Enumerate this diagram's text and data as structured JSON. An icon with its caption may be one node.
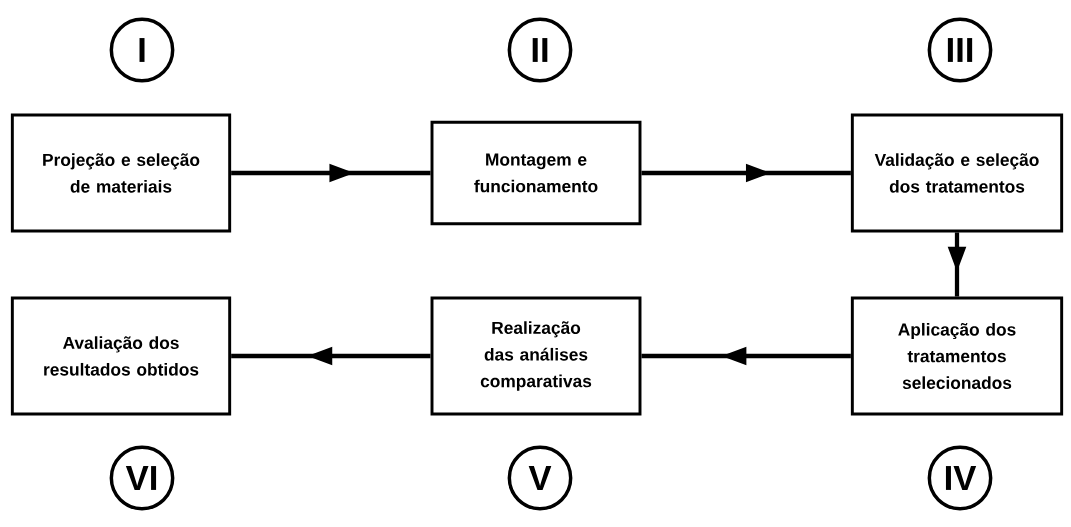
{
  "diagram": {
    "nodes": [
      {
        "text": [
          "I"
        ]
      },
      {
        "text": [
          "II"
        ]
      },
      {
        "text": [
          "III"
        ]
      },
      {
        "text": [
          "Projeção e seleção de materiais"
        ]
      },
      {
        "text": [
          "Montagem e funcionamento"
        ]
      },
      {
        "text": [
          "Validação e seleção dos tratamentos"
        ]
      },
      {
        "text": [
          "Avaliação dos resultados obtidos"
        ]
      },
      {
        "text": [
          "Realização das análises comparativas"
        ]
      },
      {
        "text": [
          "Aplicação dos tratamentos selecionados"
        ]
      },
      {
        "text": [
          "VI"
        ]
      },
      {
        "text": [
          "V"
        ]
      },
      {
        "text": [
          "IV"
        ]
      }
    ],
    "edges": [
      {
        "from": 3,
        "to": 4,
        "arrow": "to"
      },
      {
        "from": 4,
        "to": 5,
        "arrow": "to"
      },
      {
        "from": 5,
        "to": 8,
        "arrow": "to"
      },
      {
        "from": 8,
        "to": 7,
        "arrow": "to"
      },
      {
        "from": 7,
        "to": 6,
        "arrow": "to"
      }
    ]
  }
}
